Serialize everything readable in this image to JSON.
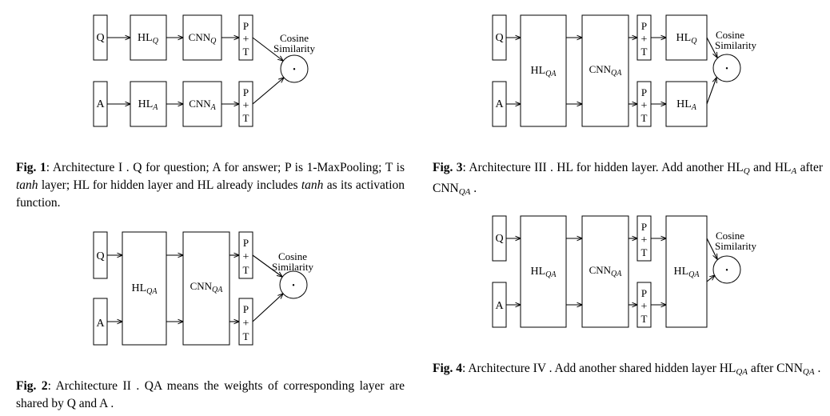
{
  "labels": {
    "q": "Q",
    "a": "A",
    "p": "P",
    "plus": "+",
    "t": "T",
    "hl": "HL",
    "cnn": "CNN",
    "sub_q": "Q",
    "sub_a": "A",
    "sub_qa": "QA",
    "cosine": "Cosine",
    "similarity": "Similarity",
    "dot": "•"
  },
  "captions": {
    "fig1": {
      "label": "Fig. 1",
      "text1": ": Architecture I . Q for question; A for answer; P is 1-MaxPooling; T is ",
      "tanh1": "tanh",
      "text2": " layer; HL for hidden layer and HL already includes ",
      "tanh2": "tanh",
      "text3": " as its activation function."
    },
    "fig2": {
      "label": "Fig. 2",
      "text": ": Architecture II . QA means the weights of corresponding layer are shared by Q and A ."
    },
    "fig3": {
      "label": "Fig. 3",
      "text1": ": Architecture III . HL for hidden layer. Add another HL",
      "sub1": "Q",
      "text2": " and HL",
      "sub2": "A",
      "text3": " after CNN",
      "sub3": "QA",
      "text4": " ."
    },
    "fig4": {
      "label": "Fig. 4",
      "text1": ": Architecture IV . Add another shared hidden layer HL",
      "sub1": "QA",
      "text2": " after CNN",
      "sub2": "QA",
      "text3": " ."
    }
  }
}
